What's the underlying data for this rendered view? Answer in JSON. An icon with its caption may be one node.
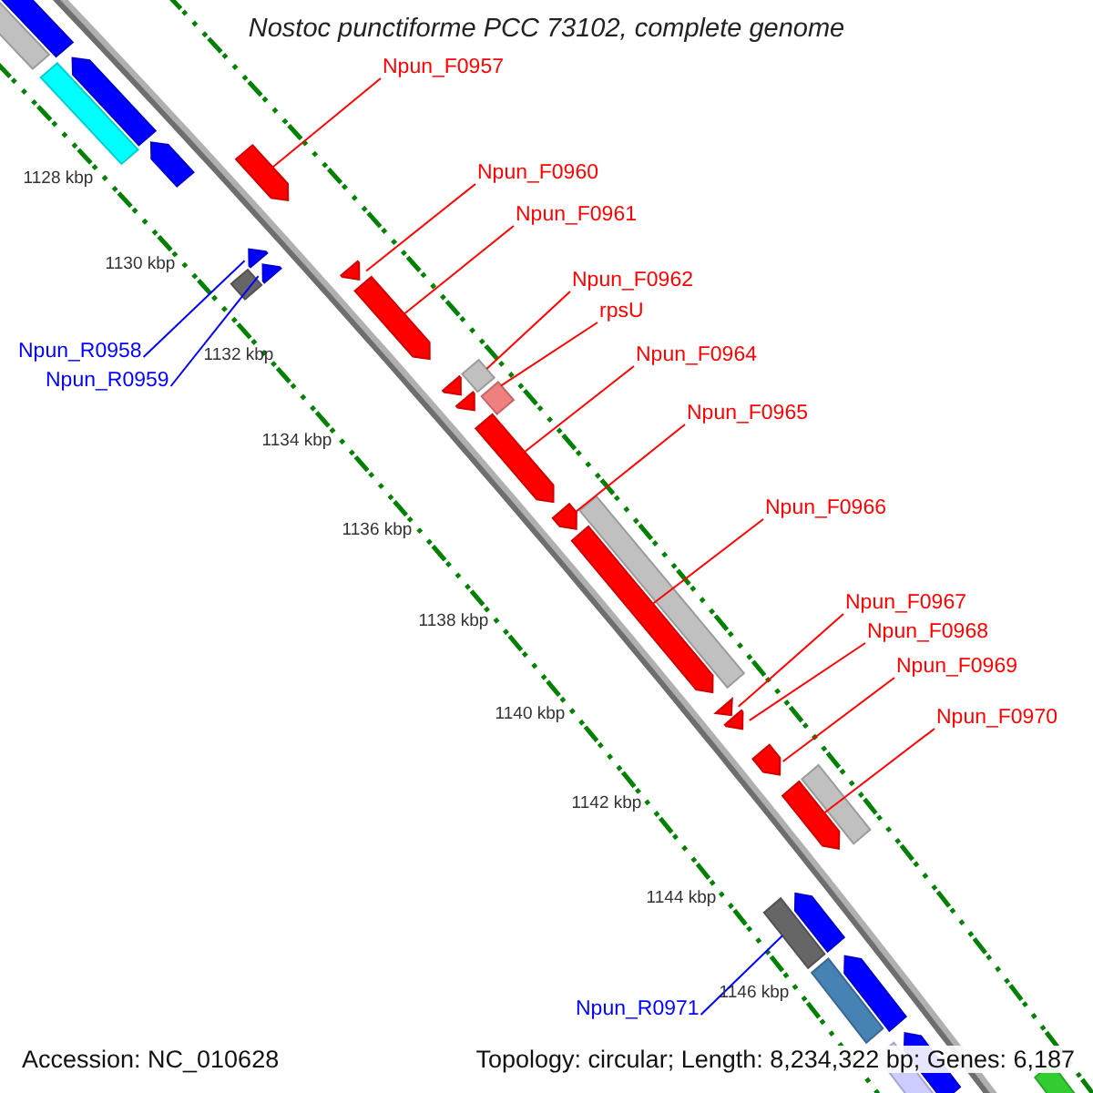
{
  "diagram": {
    "title": "Nostoc punctiforme PCC 73102, complete genome",
    "nodes": [
      {
        "text": [
          "Npun_F0957"
        ]
      },
      {
        "text": [
          "Npun_F0960"
        ]
      },
      {
        "text": [
          "Npun_F0961"
        ]
      },
      {
        "text": [
          "Npun_F0962"
        ]
      },
      {
        "text": [
          "rpsU"
        ]
      },
      {
        "text": [
          "Npun_R0958"
        ]
      },
      {
        "text": [
          "Npun_F0964"
        ]
      },
      {
        "text": [
          "Npun_R0959"
        ]
      },
      {
        "text": [
          "Npun_F0965"
        ]
      },
      {
        "text": [
          "Npun_F0966"
        ]
      },
      {
        "text": [
          "Npun_F0967"
        ]
      },
      {
        "text": [
          "Npun_F0968"
        ]
      },
      {
        "text": [
          "Npun_F0969"
        ]
      },
      {
        "text": [
          "Npun_F0970"
        ]
      },
      {
        "text": [
          "Npun_R0971"
        ]
      },
      {
        "text": [],
        "shape": "arrow"
      },
      {
        "text": [],
        "shape": "arrow"
      },
      {
        "text": [],
        "shape": "arrow"
      },
      {
        "text": [],
        "shape": "arrow"
      },
      {
        "text": [],
        "shape": "arrow"
      },
      {
        "text": [],
        "shape": "bar"
      },
      {
        "text": [],
        "shape": "bar"
      },
      {
        "text": [],
        "shape": "arrow"
      },
      {
        "text": [],
        "shape": "arrow"
      },
      {
        "text": [],
        "shape": "arrow"
      },
      {
        "text": [],
        "shape": "arrow"
      },
      {
        "text": [],
        "shape": "arrow"
      },
      {
        "text": [],
        "shape": "arrow"
      },
      {
        "text": [],
        "shape": "arrow"
      },
      {
        "text": [],
        "shape": "bar"
      }
    ],
    "edges": [
      {
        "from": 0,
        "to": 15,
        "arrow": "none"
      },
      {
        "from": 1,
        "to": 18,
        "arrow": "none"
      },
      {
        "from": 2,
        "to": 19,
        "arrow": "none"
      },
      {
        "from": 3,
        "to": 20,
        "arrow": "none"
      },
      {
        "from": 4,
        "to": 21,
        "arrow": "none"
      },
      {
        "from": 5,
        "to": 16,
        "arrow": "none",
        "color": "#0000ff"
      },
      {
        "from": 6,
        "to": 22,
        "arrow": "none"
      },
      {
        "from": 7,
        "to": 17,
        "arrow": "none",
        "color": "#0000ff"
      },
      {
        "from": 8,
        "to": 23,
        "arrow": "none"
      },
      {
        "from": 9,
        "to": 24,
        "arrow": "none"
      },
      {
        "from": 10,
        "to": 25,
        "arrow": "none"
      },
      {
        "from": 11,
        "to": 26,
        "arrow": "none"
      },
      {
        "from": 12,
        "to": 27,
        "arrow": "none"
      },
      {
        "from": 13,
        "to": 28,
        "arrow": "none"
      },
      {
        "from": 14,
        "to": 29,
        "arrow": "none",
        "color": "#0000ff"
      }
    ],
    "labels": [
      "1128 kbp",
      "1130 kbp",
      "1132 kbp",
      "1134 kbp",
      "1136 kbp",
      "1138 kbp",
      "1140 kbp",
      "1142 kbp",
      "1144 kbp",
      "1146 kbp",
      "Accession: NC_010628",
      "Topology: circular; Length: 8,234,322 bp; Genes: 6,187"
    ]
  }
}
